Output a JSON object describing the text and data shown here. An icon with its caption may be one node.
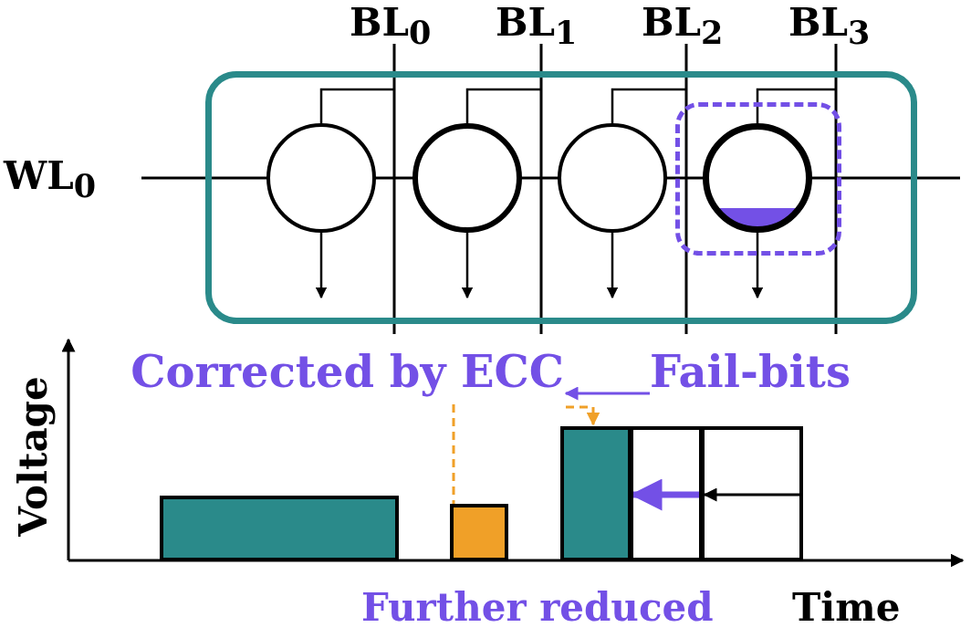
{
  "diagram": {
    "nodes": [
      {
        "text": [],
        "shape": "box"
      },
      {
        "text": [],
        "shape": "circle",
        "in": 0
      },
      {
        "text": [],
        "shape": "circle",
        "in": 0
      },
      {
        "text": [],
        "shape": "circle",
        "in": 0
      },
      {
        "text": [],
        "shape": "box",
        "in": 0
      },
      {
        "text": [],
        "shape": "circle",
        "in": 4
      },
      {
        "text": [
          "Corrected by ECC"
        ]
      },
      {
        "text": [
          "Fail-bits"
        ]
      },
      {
        "text": [],
        "shape": "bar"
      },
      {
        "text": [],
        "shape": "bar"
      },
      {
        "text": [],
        "shape": "bar"
      },
      {
        "text": [],
        "shape": "bar"
      },
      {
        "text": [],
        "shape": "bar"
      }
    ],
    "edges": [
      {
        "from": 7,
        "to": 6,
        "arrow": "to",
        "color": "#7350e6"
      },
      {
        "from": 6,
        "to": 9,
        "arrow": "none",
        "style": "dashed",
        "color": "#f0a028"
      },
      {
        "from": 6,
        "to": 10,
        "arrow": "to",
        "style": "dashed",
        "color": "#f0a028"
      },
      {
        "from": 12,
        "to": 11,
        "arrow": "to",
        "color": "#000000"
      },
      {
        "from": 11,
        "to": 10,
        "arrow": "to",
        "style": "thick",
        "color": "#7350e6"
      },
      {
        "from": 1,
        "to": null,
        "arrow": "to",
        "color": "#000000"
      },
      {
        "from": 2,
        "to": null,
        "arrow": "to",
        "color": "#000000"
      },
      {
        "from": 3,
        "to": null,
        "arrow": "to",
        "color": "#000000"
      },
      {
        "from": 5,
        "to": null,
        "arrow": "to",
        "color": "#000000"
      }
    ],
    "labels": [
      "BL$_{0}$",
      "BL$_{1}$",
      "BL$_{2}$",
      "BL$_{3}$",
      "WL$_{0}$",
      "Voltage",
      "Further reduced",
      "Time"
    ]
  }
}
